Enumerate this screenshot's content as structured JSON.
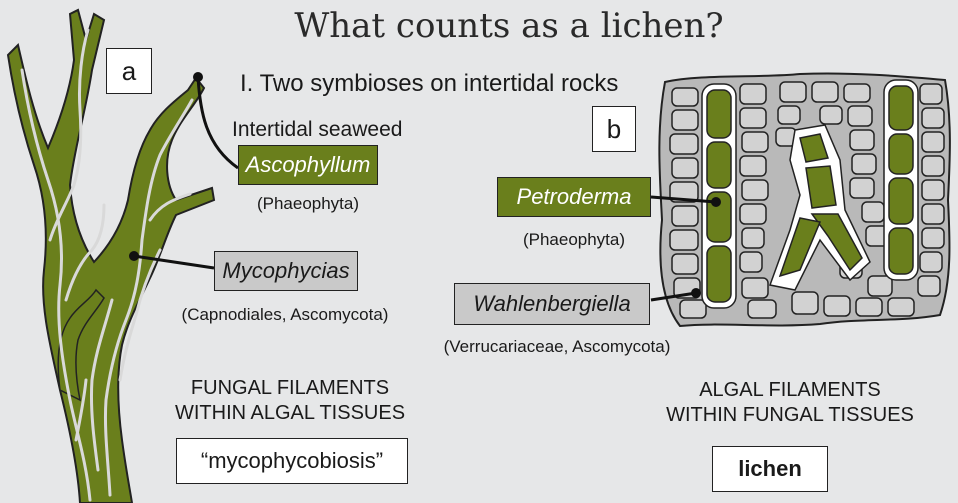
{
  "title": "What counts as a lichen?",
  "subtitle": "I. Two symbioses on intertidal rocks",
  "panel_a": {
    "letter": "a",
    "seaweed_heading": "Intertidal seaweed",
    "alga_name": "Ascophyllum",
    "alga_taxonomy": "(Phaeophyta)",
    "fungus_name": "Mycophycias",
    "fungus_taxonomy": "(Capnodiales, Ascomycota)",
    "caption_line1": "FUNGAL FILAMENTS",
    "caption_line2": "WITHIN ALGAL TISSUES",
    "term": "“mycophycobiosis”"
  },
  "panel_b": {
    "letter": "b",
    "alga_name": "Petroderma",
    "alga_taxonomy": "(Phaeophyta)",
    "fungus_name": "Wahlenbergiella",
    "fungus_taxonomy": "(Verrucariaceae, Ascomycota)",
    "caption_line1": "ALGAL FILAMENTS",
    "caption_line2": "WITHIN FUNGAL TISSUES",
    "term": "lichen"
  },
  "colors": {
    "background": "#e6e7e8",
    "algal_green": "#6a7f1c",
    "fungal_grey": "#c9c9c9",
    "hyphae": "#d9d9d9"
  }
}
